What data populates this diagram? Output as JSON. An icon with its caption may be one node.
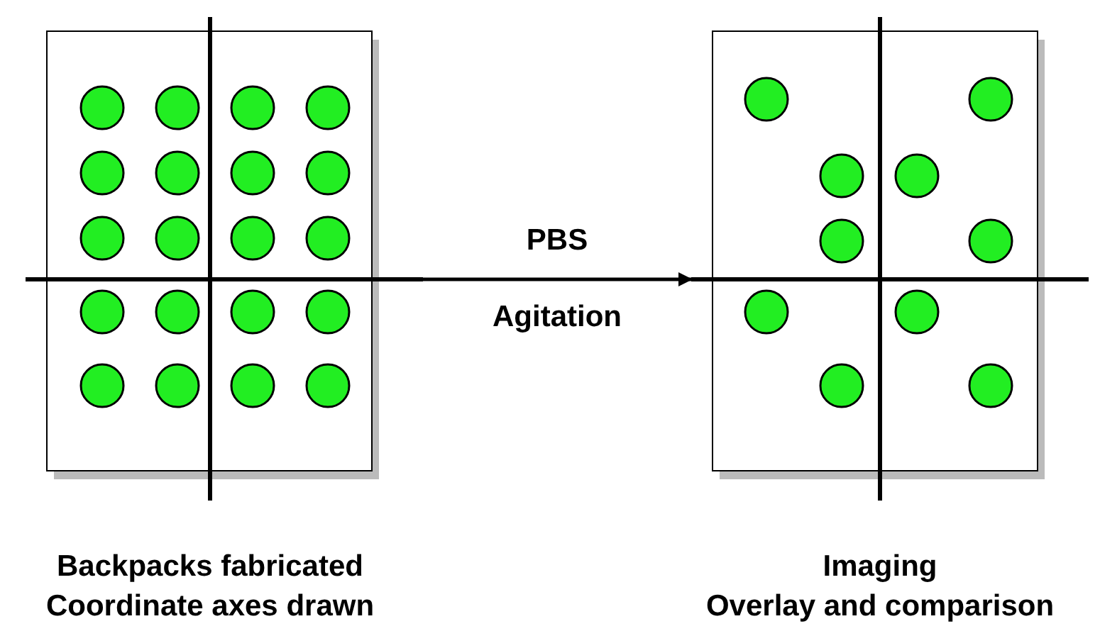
{
  "diagram": {
    "nodes": [
      {
        "text": [],
        "shape": "picture",
        "beside": [
          "Backpacks fabricated",
          "Coordinate axes drawn"
        ]
      },
      {
        "text": [],
        "shape": "picture",
        "beside": [
          "Imaging",
          "Overlay and comparison"
        ]
      }
    ],
    "edges": [
      {
        "from": 0,
        "to": 1,
        "arrow": "to",
        "label": "PBS Agitation"
      }
    ]
  }
}
